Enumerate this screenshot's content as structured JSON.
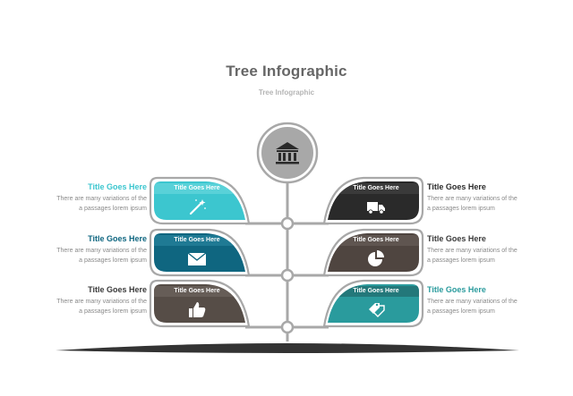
{
  "header": {
    "title": "Tree Infographic",
    "subtitle": "Tree Infographic"
  },
  "root_icon": "bank-icon",
  "leaves": [
    {
      "side": "left",
      "row": 0,
      "color": "#3cc6cf",
      "band": "#59d1d8",
      "label": "Title Goes Here",
      "icon": "magic-wand-icon",
      "title": "Title Goes Here",
      "title_color": "#3cc6cf",
      "desc1": "There are many variations of the",
      "desc2": "a passages lorem ipsum"
    },
    {
      "side": "right",
      "row": 0,
      "color": "#2a2a2a",
      "band": "#3a3a3a",
      "label": "Title Goes Here",
      "icon": "truck-icon",
      "title": "Title Goes Here",
      "title_color": "#2a2a2a",
      "desc1": "There are many variations of the",
      "desc2": "a passages lorem ipsum"
    },
    {
      "side": "left",
      "row": 1,
      "color": "#0f6680",
      "band": "#1f7a94",
      "label": "Title Goes Here",
      "icon": "mail-icon",
      "title": "Title Goes Here",
      "title_color": "#0f6680",
      "desc1": "There are many variations of the",
      "desc2": "a passages lorem ipsum"
    },
    {
      "side": "right",
      "row": 1,
      "color": "#4f4540",
      "band": "#5f5550",
      "label": "Title Goes Here",
      "icon": "pie-chart-icon",
      "title": "Title Goes Here",
      "title_color": "#3a3a3a",
      "desc1": "There are many variations of the",
      "desc2": "a passages lorem ipsum"
    },
    {
      "side": "left",
      "row": 2,
      "color": "#564d47",
      "band": "#665d57",
      "label": "Title Goes Here",
      "icon": "thumbs-up-icon",
      "title": "Title Goes Here",
      "title_color": "#3a3a3a",
      "desc1": "There are many variations of the",
      "desc2": "a passages lorem ipsum"
    },
    {
      "side": "right",
      "row": 2,
      "color": "#2a9b9d",
      "band": "#23787a",
      "label": "Title Goes Here",
      "icon": "tag-icon",
      "title": "Title Goes Here",
      "title_color": "#2a9b9d",
      "desc1": "There are many variations of the",
      "desc2": "a passages lorem ipsum"
    }
  ]
}
